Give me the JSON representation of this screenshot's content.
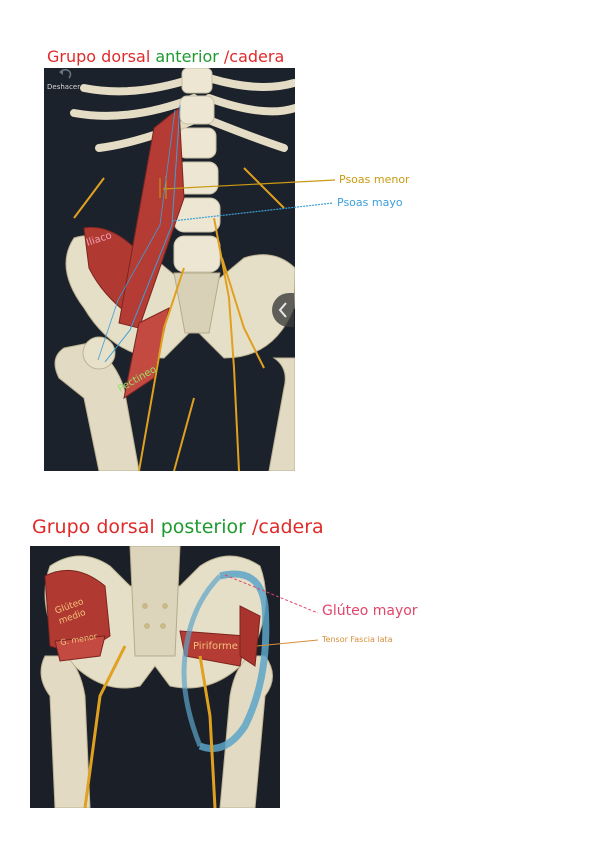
{
  "titles": {
    "anterior": {
      "word1": "Grupo",
      "word2": "dorsal",
      "word3": "anterior",
      "word4": "/cadera"
    },
    "posterior": {
      "word1": "Grupo",
      "word2": "dorsal",
      "word3": "posterior",
      "word4": "/cadera"
    }
  },
  "app": {
    "undo_label": "Deshacer"
  },
  "labels_anterior": {
    "psoas_menor": "Psoas menor",
    "psoas_mayor": "Psoas mayo",
    "iliaco": "Iliaco",
    "pectineo": "Pectineo"
  },
  "labels_posterior": {
    "gluteo_medio": "Glúteo medio",
    "gluteo_menor": "G. menor",
    "piriforme": "Piriforme",
    "gluteo_mayor": "Glúteo mayor",
    "tensor": "Tensor Fascia lata"
  },
  "colors": {
    "red": "#e02a2a",
    "green": "#1e9a2e",
    "psoas_menor": "#c99a12",
    "psoas_mayor": "#3c9fd8",
    "gluteo_mayor": "#e0466a",
    "tensor": "#d6903a",
    "muscle": "#b03a32",
    "bone": "#e6dfc8",
    "nerve": "#e0a020"
  }
}
